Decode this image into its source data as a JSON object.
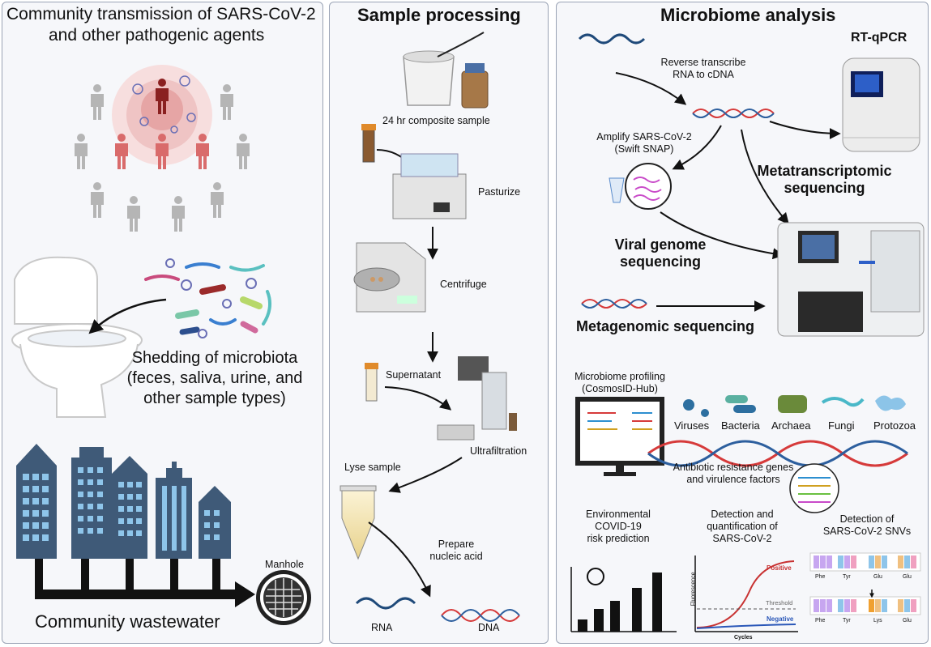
{
  "panel1": {
    "title_line1": "Community transmission of SARS-CoV-2",
    "title_line2": "and other pathogenic agents",
    "shedding_line1": "Shedding of microbiota",
    "shedding_line2": "(feces, saliva, urine, and",
    "shedding_line3": "other sample types)",
    "manhole": "Manhole",
    "wastewater": "Community wastewater"
  },
  "panel2": {
    "title": "Sample processing",
    "composite": "24 hr composite sample",
    "pasturize": "Pasturize",
    "centrifuge": "Centrifuge",
    "supernatant": "Supernatant",
    "ultrafiltration": "Ultrafiltration",
    "lyse": "Lyse sample",
    "prepare_line1": "Prepare",
    "prepare_line2": "nucleic acid",
    "rna": "RNA",
    "dna": "DNA"
  },
  "panel3": {
    "title": "Microbiome analysis",
    "rtqpcr": "RT-qPCR",
    "reverse_line1": "Reverse transcribe",
    "reverse_line2": "RNA to cDNA",
    "amplify_line1": "Amplify SARS-CoV-2",
    "amplify_line2": "(Swift SNAP)",
    "metatrans_line1": "Metatranscriptomic",
    "metatrans_line2": "sequencing",
    "viral_line1": "Viral genome",
    "viral_line2": "sequencing",
    "metagenomic": "Metagenomic sequencing",
    "profiling_line1": "Microbiome profiling",
    "profiling_line2": "(CosmosID-Hub)",
    "microbes": [
      "Viruses",
      "Bacteria",
      "Archaea",
      "Fungi",
      "Protozoa"
    ],
    "amr_line1": "Antibiotic resistance genes",
    "amr_line2": "and virulence factors",
    "env_line1": "Environmental",
    "env_line2": "COVID-19",
    "env_line3": "risk prediction",
    "det_line1": "Detection and",
    "det_line2": "quantification of",
    "det_line3": "SARS-CoV-2",
    "snv_line1": "Detection of",
    "snv_line2": "SARS-CoV-2 SNVs",
    "qpcr_positive": "Positive",
    "qpcr_threshold": "Threshold",
    "qpcr_negative": "Negative",
    "qpcr_ylabel": "Fluorescence",
    "qpcr_xlabel": "Cycles",
    "snv_aa_top": [
      "Phe",
      "Tyr",
      "Glu",
      "Glu"
    ],
    "snv_aa_bottom": [
      "Phe",
      "Tyr",
      "Lys",
      "Glu"
    ]
  },
  "colors": {
    "panel_border": "#9aa3b5",
    "building": "#3f5a78",
    "window": "#8ec5ea",
    "infected": "#d96b6b",
    "healthy": "#b5b5b5",
    "dna_red": "#d63a3a",
    "dna_blue": "#2d5f9e",
    "positive": "#c83232",
    "negative": "#2a57b8"
  }
}
